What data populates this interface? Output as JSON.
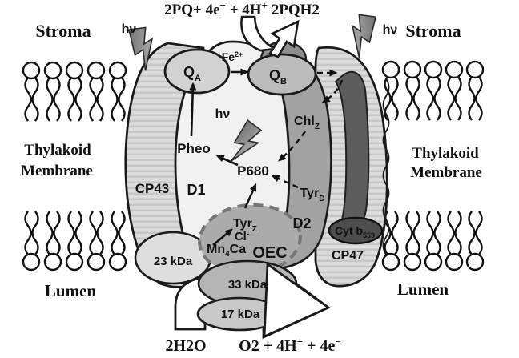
{
  "figure": {
    "membrane": {
      "stroma_left": "Stroma",
      "stroma_right": "Stroma",
      "thylakoid_line1": "Thylakoid",
      "thylakoid_line2": "Membrane",
      "lumen_left": "Lumen",
      "lumen_right": "Lumen"
    },
    "equations": {
      "top": {
        "p1": "2PQ+ 4e",
        "s1": "−",
        "p2": " + 4H",
        "s2": "+",
        "p3": "  2PQH2"
      },
      "bottom_left": "2H2O",
      "bottom_right": {
        "p1": "O2 + 4H",
        "s1": "+",
        "p2": " + 4e",
        "s2": "−"
      }
    },
    "complex": {
      "hv": "hν",
      "qa": {
        "base": "Q",
        "sub": "A"
      },
      "qb": {
        "base": "Q",
        "sub": "B"
      },
      "fe": {
        "base": "Fe",
        "sup": "2+"
      },
      "pheo": "Pheo",
      "p680": "P680",
      "chlz": {
        "base": "Chl",
        "sub": "Z"
      },
      "tyrd": {
        "base": "Tyr",
        "sub": "D"
      },
      "tyrz": {
        "base": "Tyr",
        "sub": "Z"
      },
      "cl": {
        "base": "Cl",
        "sup": "-"
      },
      "mn4ca": {
        "p1": "Mn",
        "sub": "4",
        "p2": "Ca"
      },
      "oec": "OEC",
      "d1": "D1",
      "d2": "D2",
      "cp43": "CP43",
      "cp47": "CP47",
      "cytb559": {
        "base": "Cyt b",
        "sub": "559"
      },
      "kda23": "23 kDa",
      "kda33": "33 kDa",
      "kda17": "17 kDa"
    },
    "colors": {
      "background": "#ffffff",
      "outline": "#1a1a1a",
      "stripe_base": "#dcdcdc",
      "stripe_line": "#c6c6c6",
      "d1_fill": "#f1f1f1",
      "d2_fill": "#a2a2a2",
      "qa_fill": "#d2d2d2",
      "qb_fill": "#bcbcbc",
      "hump_fill": "#8e8e8e",
      "tube_fill": "#5c5c5c",
      "cyt_fill": "#4d4d4d",
      "oec_fill": "#ababab",
      "kda23_fill": "#dedede",
      "kda33_fill": "#b5b5b5",
      "kda17_fill": "#c8c8c8",
      "muted_text": "#8a8a8a",
      "bolt_dark": "#6a6a6a",
      "bolt_light": "#c2c2c2"
    }
  }
}
